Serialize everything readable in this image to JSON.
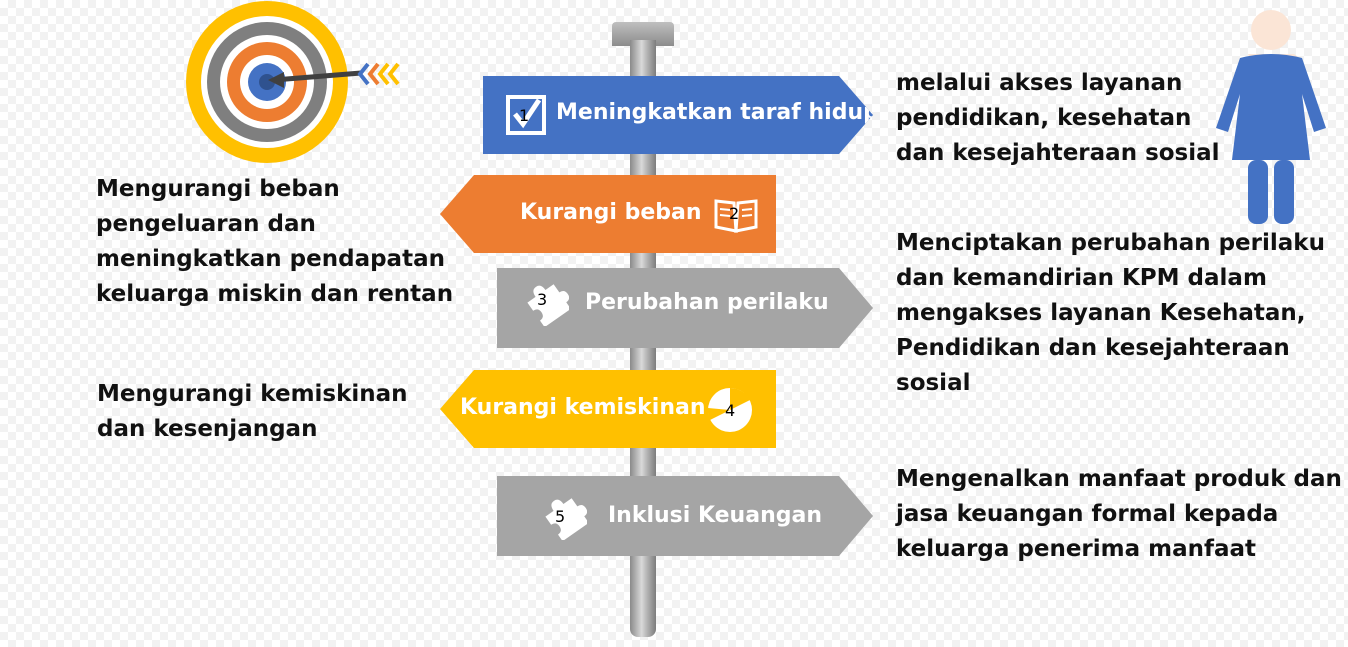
{
  "signs": [
    {
      "label": "Meningkatkan taraf hidup",
      "num": "1",
      "color": "#4472c4",
      "icon": "checkbox-icon"
    },
    {
      "label": "Kurangi beban",
      "num": "2",
      "color": "#ed7d31",
      "icon": "book-icon"
    },
    {
      "label": "Perubahan perilaku",
      "num": "3",
      "color": "#a5a5a5",
      "icon": "puzzle-icon"
    },
    {
      "label": "Kurangi kemiskinan",
      "num": "4",
      "color": "#ffc000",
      "icon": "pie-icon"
    },
    {
      "label": "Inklusi Keuangan",
      "num": "5",
      "color": "#a5a5a5",
      "icon": "puzzle-icon"
    }
  ],
  "descriptions": {
    "d1": "melalui akses layanan\npendidikan, kesehatan\ndan kesejahteraan sosial",
    "d2": "Mengurangi beban\npengeluaran dan\nmeningkatkan pendapatan\nkeluarga miskin dan rentan",
    "d3": "Menciptakan perubahan perilaku\ndan kemandirian KPM dalam\nmengakses layanan Kesehatan,\nPendidikan dan kesejahteraan\nsosial",
    "d4": "Mengurangi kemiskinan\ndan kesenjangan",
    "d5": "Mengenalkan manfaat produk dan\njasa keuangan formal kepada\nkeluarga penerima manfaat"
  },
  "decorations": {
    "target_icon": "target-arrow-icon",
    "person_icon": "woman-icon"
  }
}
